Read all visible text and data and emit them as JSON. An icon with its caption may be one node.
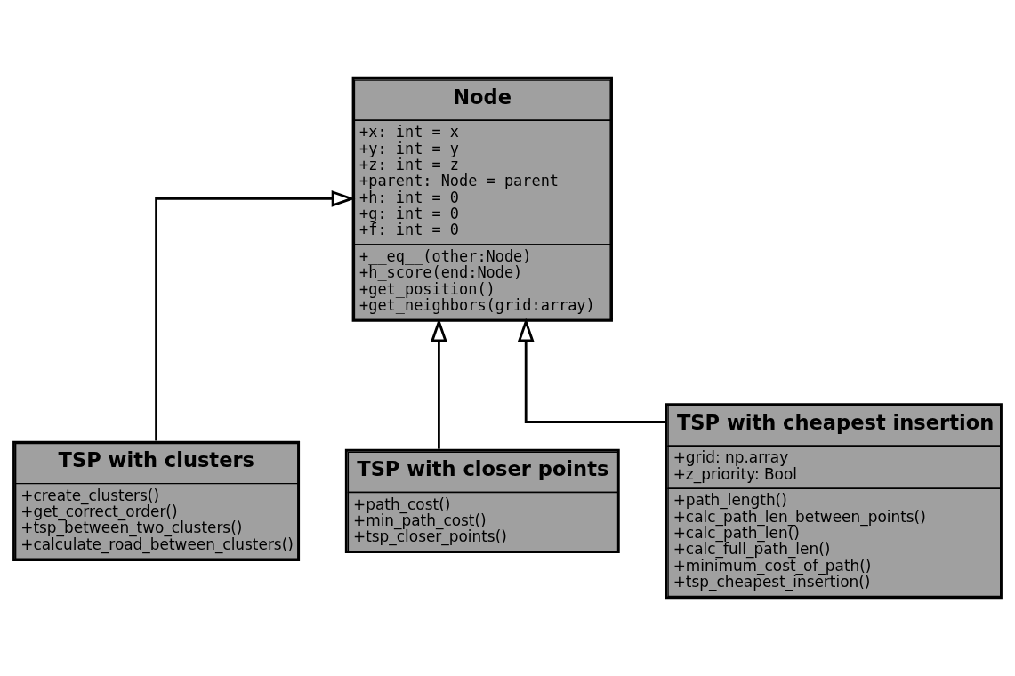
{
  "diagram": {
    "nodes": [
      {
        "text": [
          "Node",
          "+x: int = x +y: int = y +z: int = z +parent: Node = parent +h: int = 0 +g: int = 0 +f: int = 0",
          "+__eq__(other:Node) +h_score(end:Node) +get_position() +get_neighbors(grid:array)"
        ]
      },
      {
        "text": [
          "TSP with clusters",
          "+create_clusters() +get_correct_order() +tsp_between_two_clusters() +calculate_road_between_clusters()"
        ]
      },
      {
        "text": [
          "TSP with closer points",
          "+path_cost() +min_path_cost() +tsp_closer_points()"
        ]
      },
      {
        "text": [
          "TSP with cheapest insertion",
          "+grid: np.array +z_priority: Bool",
          "+path_length() +calc_path_len_between_points() +calc_path_len() +calc_full_path_len() +minimum_cost_of_path() +tsp_cheapest_insertion()"
        ]
      }
    ],
    "edges": [
      {
        "from": 1,
        "to": 0,
        "arrow": "to"
      },
      {
        "from": 2,
        "to": 0,
        "arrow": "to"
      },
      {
        "from": 3,
        "to": 0,
        "arrow": "to"
      }
    ]
  }
}
